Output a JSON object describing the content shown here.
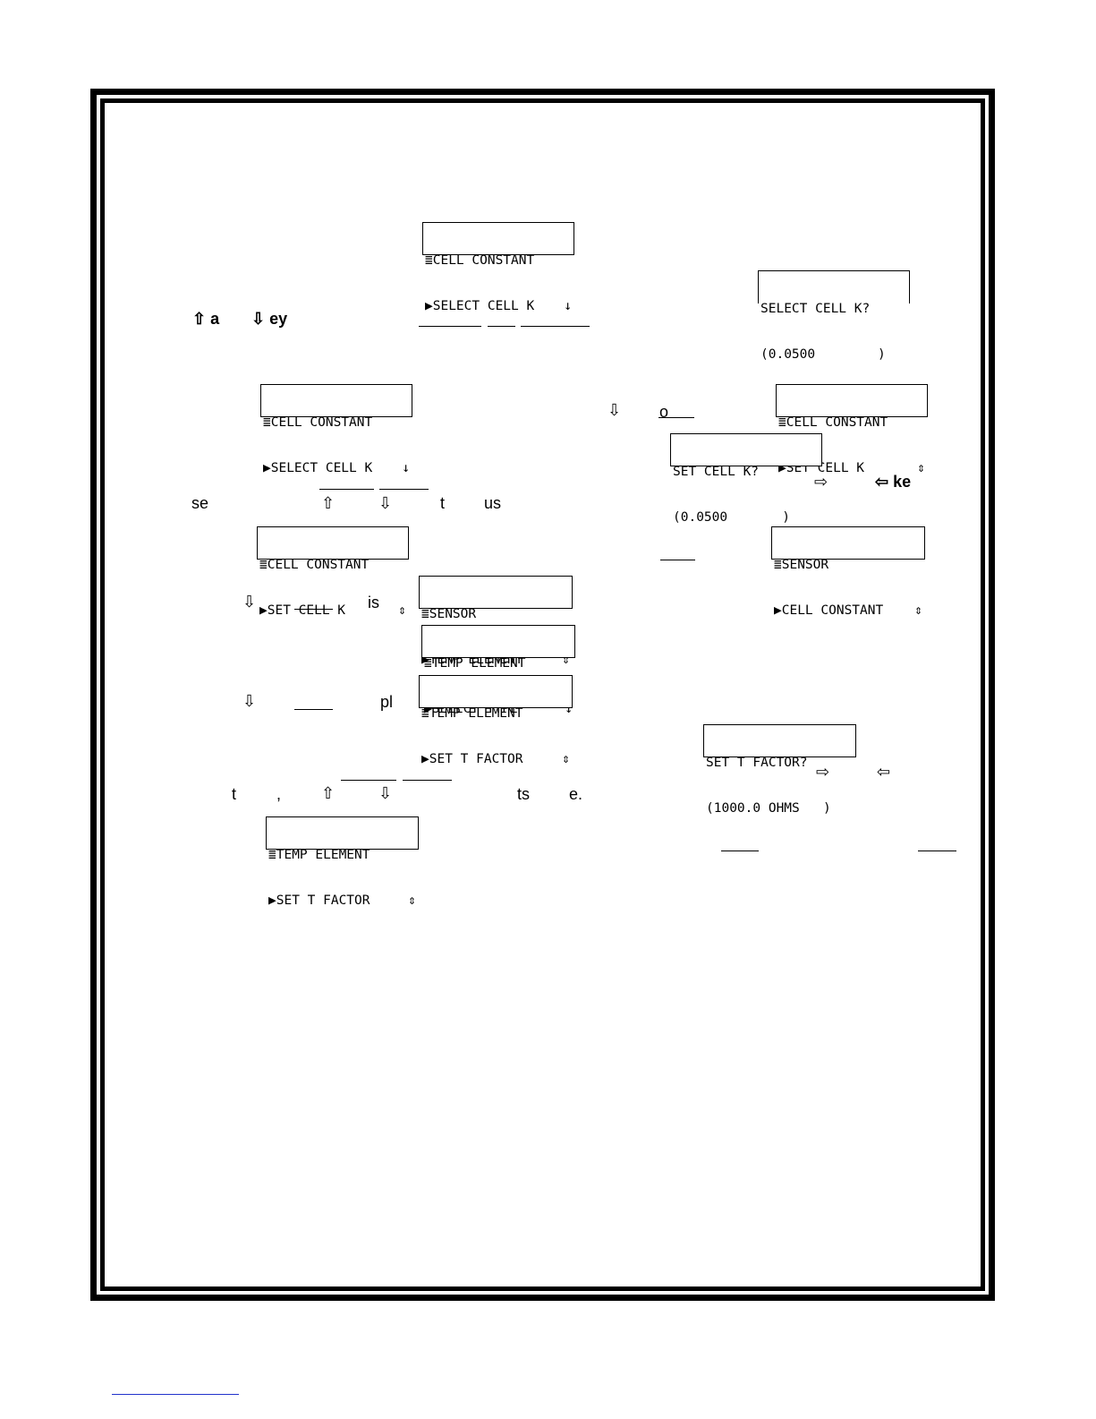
{
  "displays": [
    {
      "id": "d1",
      "line1": "≣CELL CONSTANT",
      "line2": "▶SELECT CELL K",
      "arrow": "↓"
    },
    {
      "id": "d2",
      "line1": "SELECT CELL K?",
      "line2": "(0.0500        )",
      "arrow": ""
    },
    {
      "id": "d3",
      "line1": "≣CELL CONSTANT",
      "line2": "▶SELECT CELL K",
      "arrow": "↓"
    },
    {
      "id": "d4",
      "line1": "≣CELL CONSTANT",
      "line2": "▶SET CELL K",
      "arrow": "⇕"
    },
    {
      "id": "d5",
      "line1": "SET CELL K?",
      "line2": "(0.0500       )",
      "arrow": ""
    },
    {
      "id": "d6",
      "line1": "≣CELL CONSTANT",
      "line2": "▶SET CELL K",
      "arrow": "⇕"
    },
    {
      "id": "d7",
      "line1": "≣SENSOR",
      "line2": "▶CELL CONSTANT",
      "arrow": "⇕"
    },
    {
      "id": "d8",
      "line1": "≣SENSOR",
      "line2": "▶TEMP ELEMENT",
      "arrow": "⇕"
    },
    {
      "id": "d9",
      "line1": "≣TEMP ELEMENT",
      "line2": "▶SELECT TYPE",
      "arrow": "↓"
    },
    {
      "id": "d10",
      "line1": "≣TEMP ELEMENT",
      "line2": "▶SET T FACTOR",
      "arrow": "⇕"
    },
    {
      "id": "d11",
      "line1": "SET T FACTOR?",
      "line2": "(1000.0 OHMS   )",
      "arrow": ""
    },
    {
      "id": "d12",
      "line1": "≣TEMP ELEMENT",
      "line2": "▶SET T FACTOR",
      "arrow": "⇕"
    }
  ],
  "fragments": {
    "f1": "⇧ a",
    "f2": "⇩ ey",
    "f3": "⇩",
    "f4": "o",
    "f5": "⇨",
    "f6": "⇦ ke",
    "f7": "se",
    "f8": "⇧",
    "f9": "⇩",
    "f10": "t",
    "f11": "us",
    "f12": "⇩",
    "f13": "is",
    "f14": "⇩",
    "f15": "pl",
    "f16": "⇨",
    "f17": "⇦",
    "f18": "t",
    "f19": ",",
    "f20": "⇧",
    "f21": "⇩",
    "f22": "ts",
    "f23": "e."
  }
}
